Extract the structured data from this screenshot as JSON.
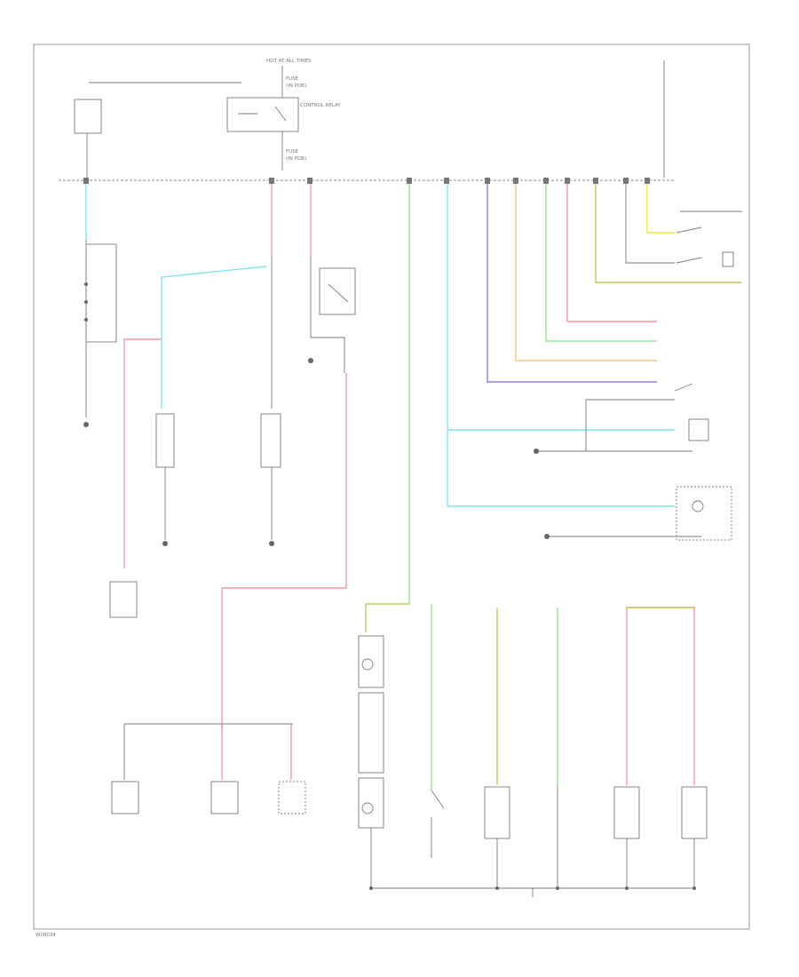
{
  "diagram": {
    "top_feed": "HOT AT ALL TIMES",
    "fuse_top": "FUSE",
    "fuse_top_sub": "(IN PDB)",
    "relay_main": "CONTROL RELAY",
    "fuse_mid": "FUSE",
    "fuse_mid_sub": "(IN PDB)",
    "footer_code": "W08034"
  },
  "colors": {
    "cyan": "#7fe6f0",
    "pink": "#f39aa0",
    "green": "#8ee88a",
    "purple": "#8a84e6",
    "orange": "#f5c48a",
    "olive": "#c9c45c",
    "yellow": "#f2ea3a",
    "line": "#7a7a7a"
  }
}
